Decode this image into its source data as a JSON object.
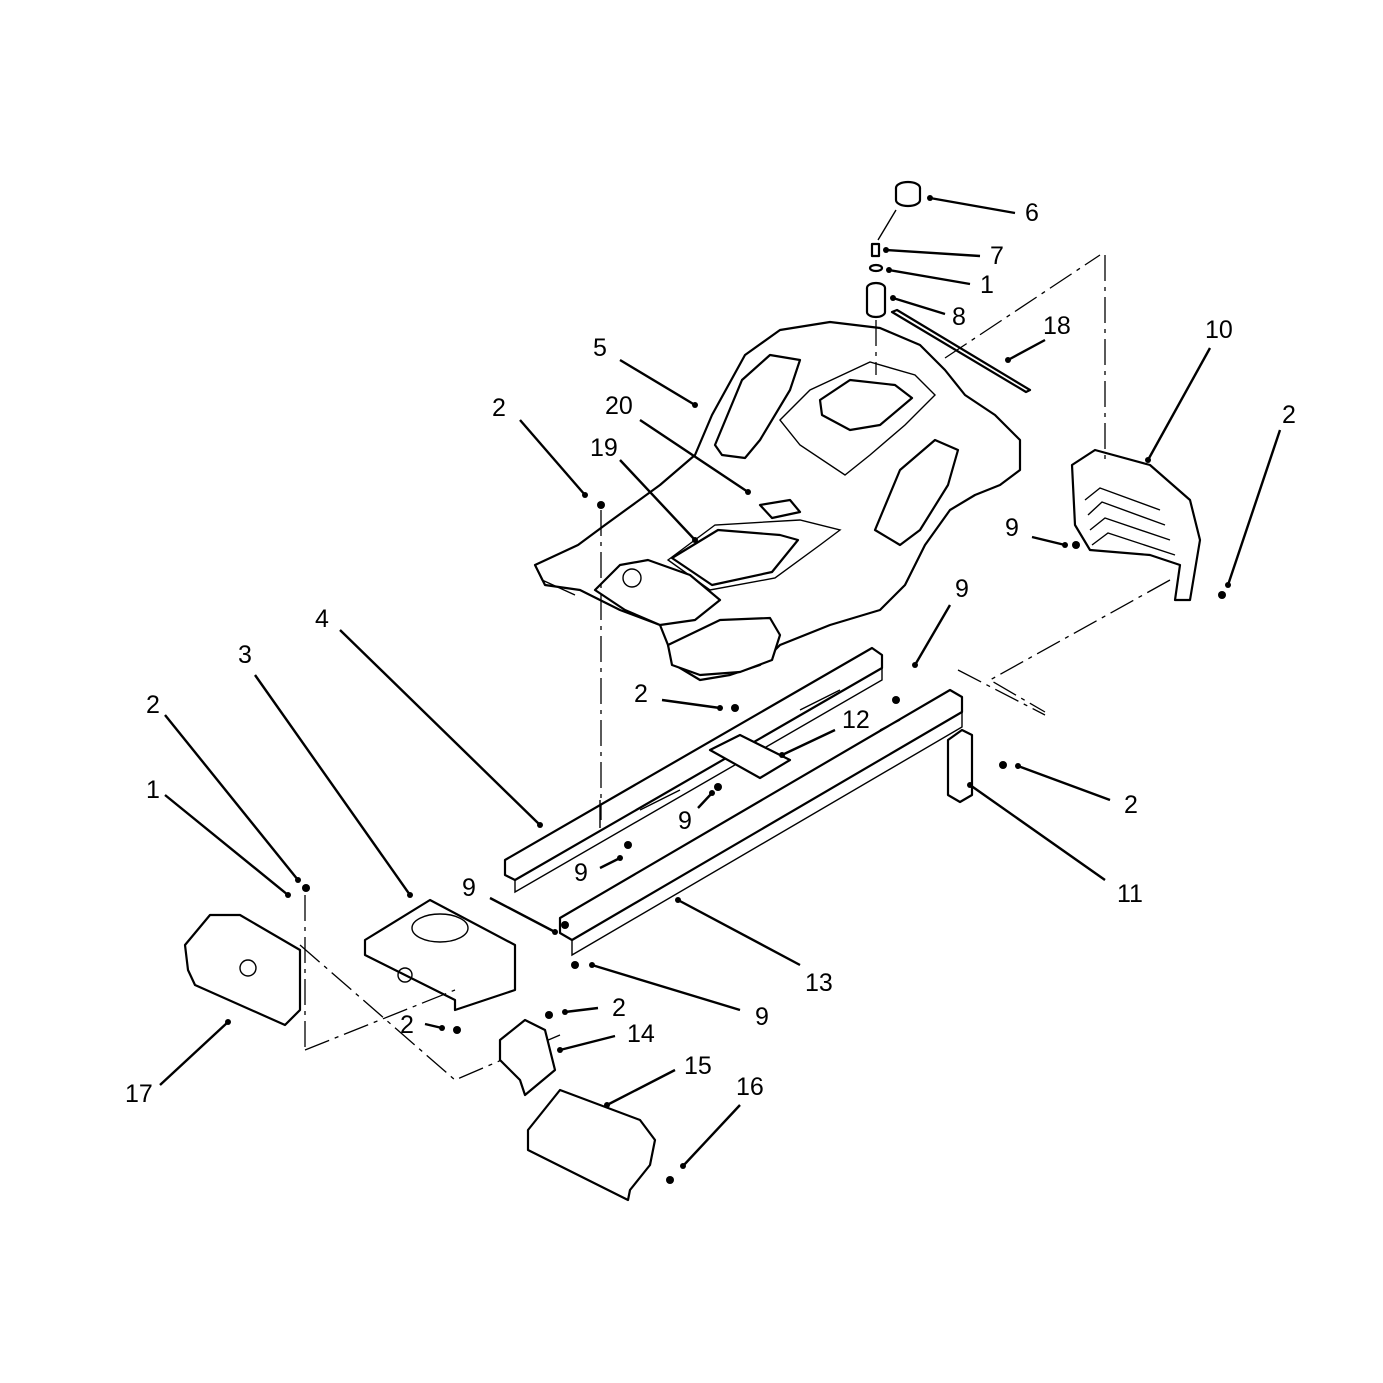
{
  "diagram": {
    "callouts": [
      {
        "id": "c6",
        "text": "6"
      },
      {
        "id": "c7",
        "text": "7"
      },
      {
        "id": "c1-top",
        "text": "1"
      },
      {
        "id": "c8",
        "text": "8"
      },
      {
        "id": "c18",
        "text": "18"
      },
      {
        "id": "c10",
        "text": "10"
      },
      {
        "id": "c2-right",
        "text": "2"
      },
      {
        "id": "c5",
        "text": "5"
      },
      {
        "id": "c2-seat",
        "text": "2"
      },
      {
        "id": "c20",
        "text": "20"
      },
      {
        "id": "c19",
        "text": "19"
      },
      {
        "id": "c9-fender",
        "text": "9"
      },
      {
        "id": "c9-rail",
        "text": "9"
      },
      {
        "id": "c4",
        "text": "4"
      },
      {
        "id": "c3",
        "text": "3"
      },
      {
        "id": "c2-mid",
        "text": "2"
      },
      {
        "id": "c12",
        "text": "12"
      },
      {
        "id": "c2-bracket",
        "text": "2"
      },
      {
        "id": "c2-left",
        "text": "2"
      },
      {
        "id": "c1-left",
        "text": "1"
      },
      {
        "id": "c9-center",
        "text": "9"
      },
      {
        "id": "c11",
        "text": "11"
      },
      {
        "id": "c9-lower",
        "text": "9"
      },
      {
        "id": "c9-front",
        "text": "9"
      },
      {
        "id": "c13",
        "text": "13"
      },
      {
        "id": "c9-bottom",
        "text": "9"
      },
      {
        "id": "c2-bottom",
        "text": "2"
      },
      {
        "id": "c2-plate",
        "text": "2"
      },
      {
        "id": "c14",
        "text": "14"
      },
      {
        "id": "c15",
        "text": "15"
      },
      {
        "id": "c16",
        "text": "16"
      },
      {
        "id": "c17",
        "text": "17"
      }
    ]
  }
}
